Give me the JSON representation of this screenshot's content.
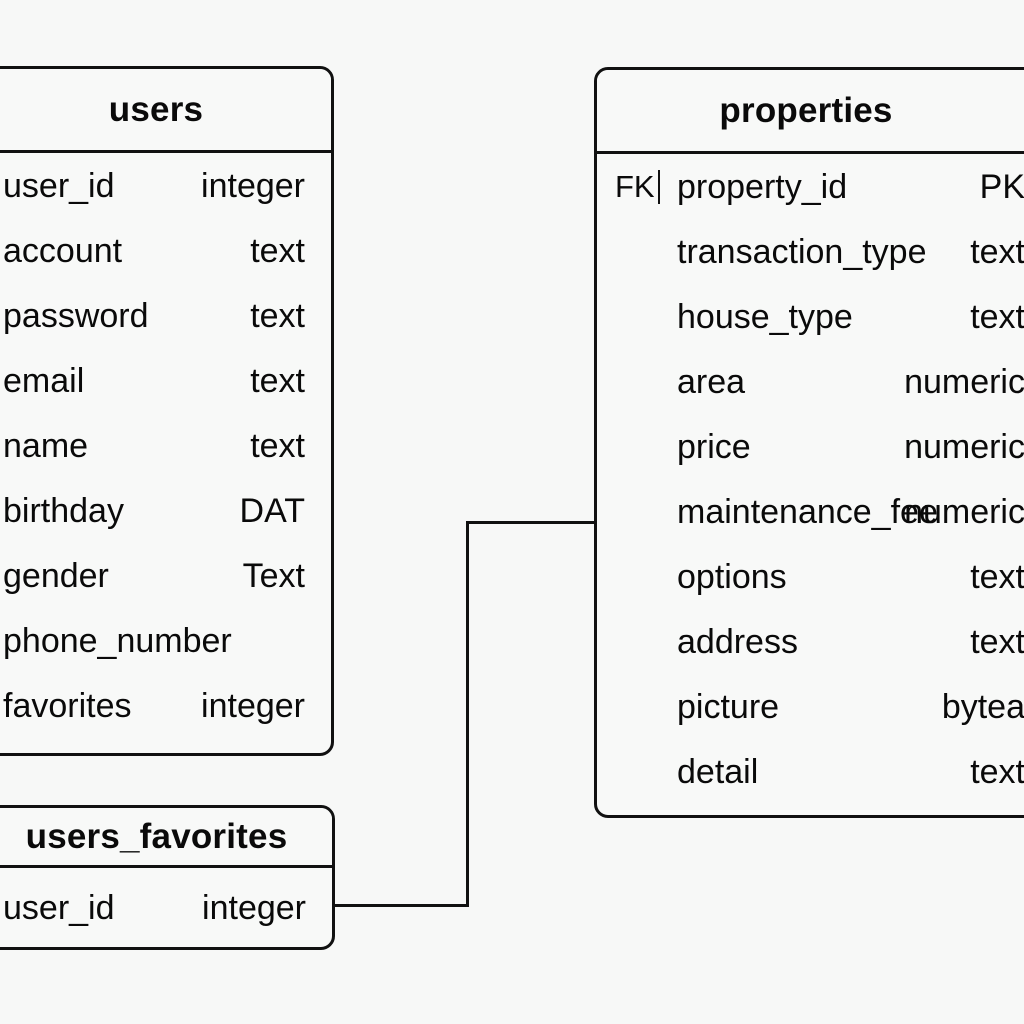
{
  "canvas": {
    "background": "#f7f8f7",
    "line_color": "#111111",
    "box_fill": "#f8f9f8"
  },
  "diagram": {
    "type": "entity-relationship-diagram",
    "tables": [
      {
        "name": "users",
        "columns": [
          {
            "key": "",
            "name": "user_id",
            "type": "integer"
          },
          {
            "key": "",
            "name": "account",
            "type": "text"
          },
          {
            "key": "",
            "name": "password",
            "type": "text"
          },
          {
            "key": "",
            "name": "email",
            "type": "text"
          },
          {
            "key": "",
            "name": "name",
            "type": "text"
          },
          {
            "key": "",
            "name": "birthday",
            "type": "DAT"
          },
          {
            "key": "",
            "name": "gender",
            "type": "Text"
          },
          {
            "key": "",
            "name": "phone_number",
            "type": ""
          },
          {
            "key": "",
            "name": "favorites",
            "type": "integer"
          }
        ]
      },
      {
        "name": "properties",
        "columns": [
          {
            "key": "FK",
            "name": "property_id",
            "type": "PK"
          },
          {
            "key": "",
            "name": "transaction_type",
            "type": "text"
          },
          {
            "key": "",
            "name": "house_type",
            "type": "text"
          },
          {
            "key": "",
            "name": "area",
            "type": "numeric"
          },
          {
            "key": "",
            "name": "price",
            "type": "numeric"
          },
          {
            "key": "",
            "name": "maintenance_fee",
            "type": "numeric"
          },
          {
            "key": "",
            "name": "options",
            "type": "text"
          },
          {
            "key": "",
            "name": "address",
            "type": "text"
          },
          {
            "key": "",
            "name": "picture",
            "type": "bytea"
          },
          {
            "key": "",
            "name": "detail",
            "type": "text"
          }
        ]
      },
      {
        "name": "users_favorites",
        "columns": [
          {
            "key": "",
            "name": "user_id",
            "type": "integer"
          }
        ]
      }
    ],
    "relationships": [
      {
        "from": "users_favorites.user_id",
        "to": "properties.property_id"
      }
    ]
  }
}
